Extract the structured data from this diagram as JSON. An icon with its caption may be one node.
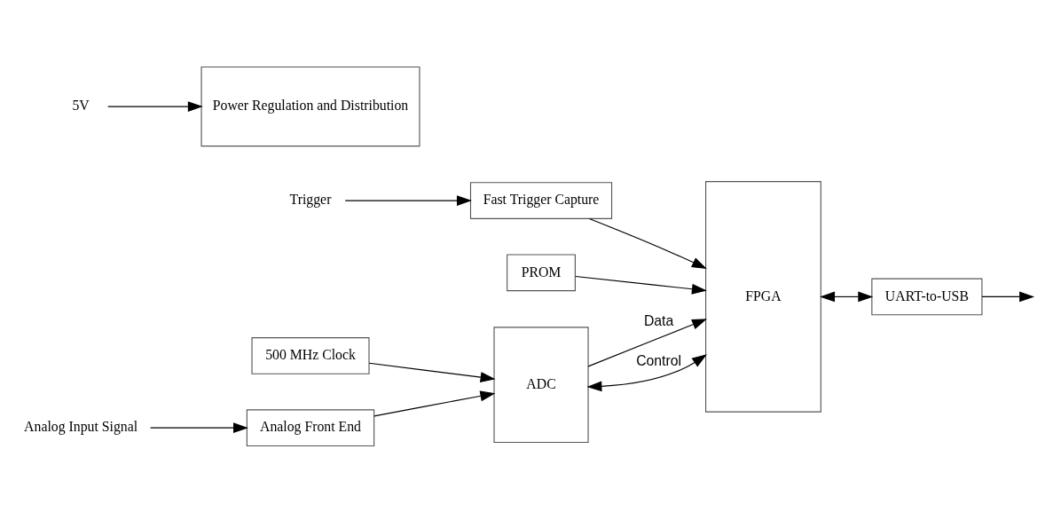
{
  "diagram": {
    "nodes": [
      {
        "text": [
          "500 MHz Clock"
        ]
      },
      {
        "text": [
          "PROM"
        ]
      },
      {
        "text": [
          "Analog Input Signal"
        ]
      },
      {
        "text": [
          "Analog Front End"
        ]
      },
      {
        "text": [
          "ADC"
        ]
      },
      {
        "text": [
          "FPGA"
        ]
      },
      {
        "text": [
          "UART-to-USB"
        ]
      },
      {
        "text": [
          "Power Regulation and Distribution"
        ]
      },
      {
        "text": [
          "Trigger"
        ]
      },
      {
        "text": [
          "Fast Trigger Capture"
        ]
      },
      {
        "text": [
          "5V"
        ]
      }
    ],
    "edges": [
      {
        "from": 0,
        "to": 4,
        "arrow": "to"
      },
      {
        "from": 1,
        "to": 5,
        "arrow": "to"
      },
      {
        "from": 2,
        "to": 3,
        "arrow": "to"
      },
      {
        "from": 3,
        "to": 4,
        "arrow": "to"
      },
      {
        "from": 4,
        "to": 5,
        "label": "Data",
        "arrow": "to"
      },
      {
        "from": 4,
        "to": 5,
        "label": "Control",
        "arrow": "both"
      },
      {
        "from": 5,
        "to": 6,
        "arrow": "both"
      },
      {
        "from": 6,
        "to": null,
        "arrow": "to"
      },
      {
        "from": 8,
        "to": 9,
        "arrow": "to"
      },
      {
        "from": 9,
        "to": 5,
        "arrow": "to"
      },
      {
        "from": 10,
        "to": 7,
        "arrow": "to"
      }
    ]
  }
}
